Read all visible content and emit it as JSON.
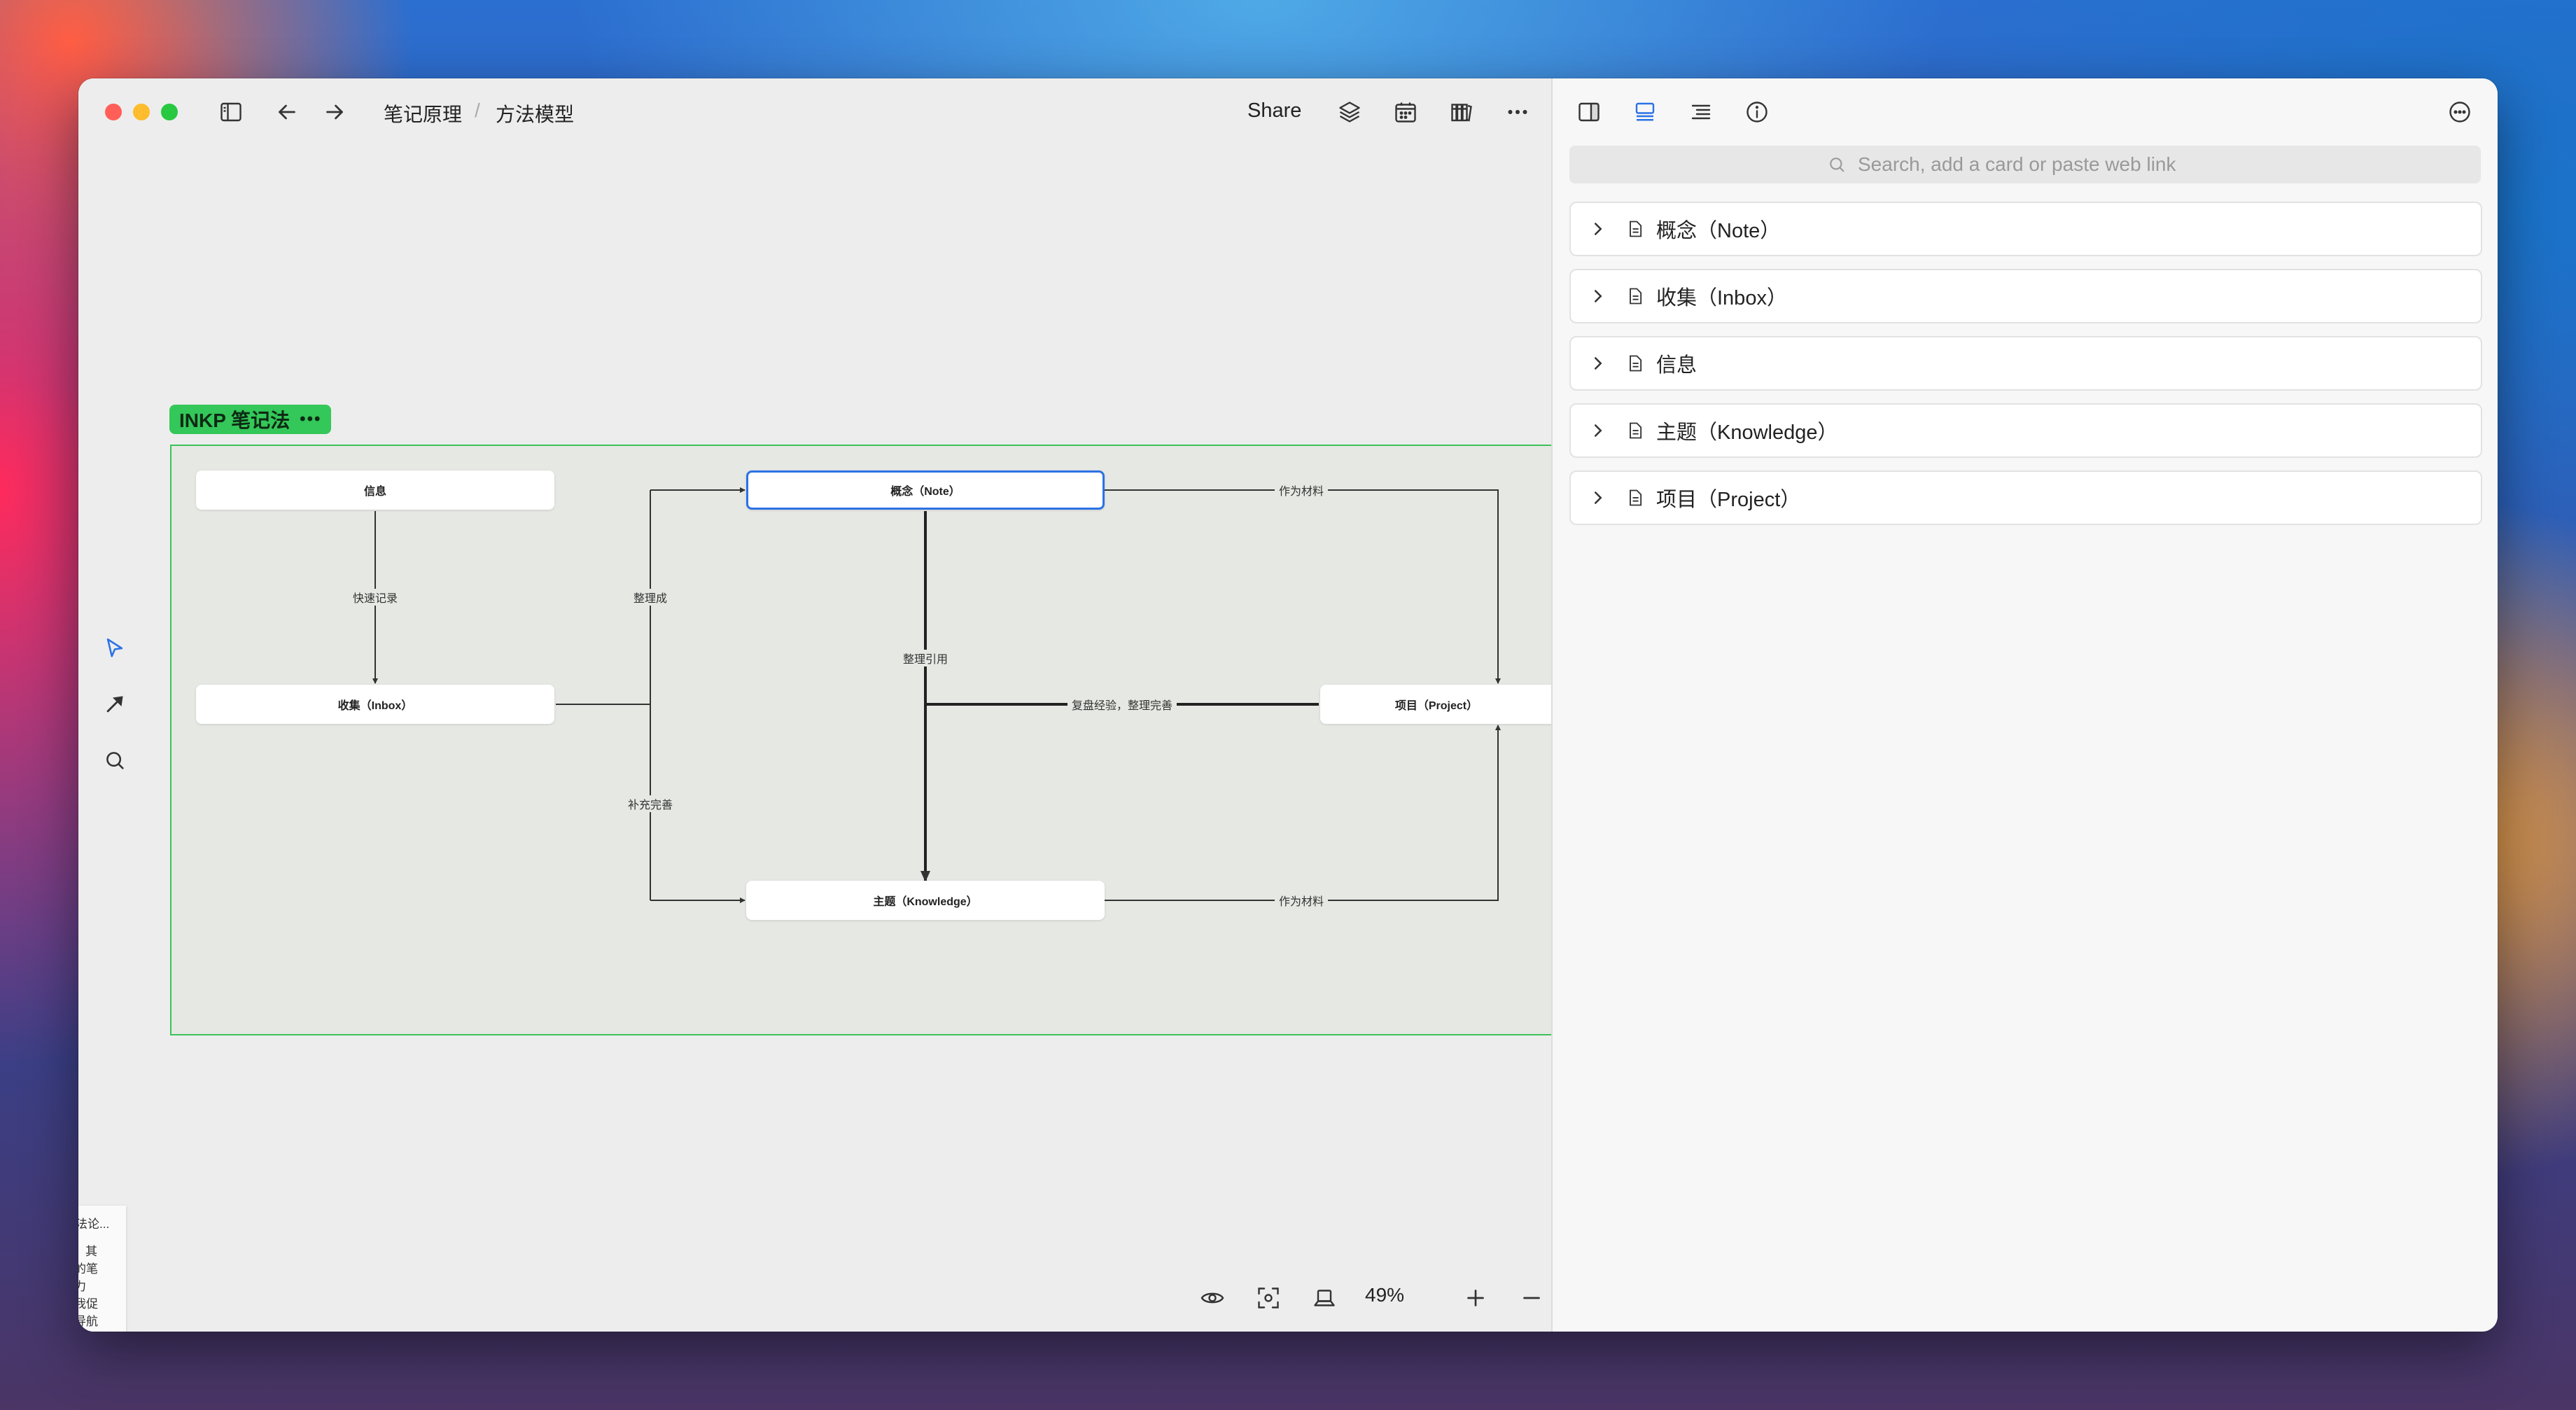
{
  "window": {
    "breadcrumb": [
      "笔记原理",
      "方法模型"
    ],
    "breadcrumb_sep": "/",
    "share_label": "Share",
    "zoom_level": "49%"
  },
  "canvas": {
    "group_title": "INKP 笔记法",
    "group_menu": "•••",
    "nodes": {
      "info": "信息",
      "inbox": "收集（Inbox）",
      "note": "概念（Note）",
      "knowledge": "主题（Knowledge）",
      "project": "项目（Project）"
    },
    "edges": {
      "quick_record": "快速记录",
      "organize_into": "整理成",
      "supplement": "补充完善",
      "organize_ref": "整理引用",
      "review": "复盘经验，整理完善",
      "material_top": "作为材料",
      "material_bottom": "作为材料"
    },
    "mini_card_lines": [
      "法论...",
      "其",
      "的笔",
      "力",
      "我促",
      "导航"
    ]
  },
  "sidebar": {
    "search_placeholder": "Search, add a card or paste web link",
    "cards": [
      {
        "title": "概念（Note）"
      },
      {
        "title": "收集（Inbox）"
      },
      {
        "title": "信息"
      },
      {
        "title": "主题（Knowledge）"
      },
      {
        "title": "项目（Project）"
      }
    ]
  },
  "colors": {
    "accent": "#2b72e6",
    "group_green": "#34c759",
    "close": "#ff5f57",
    "minimize": "#febc2e",
    "zoom": "#28c840"
  }
}
